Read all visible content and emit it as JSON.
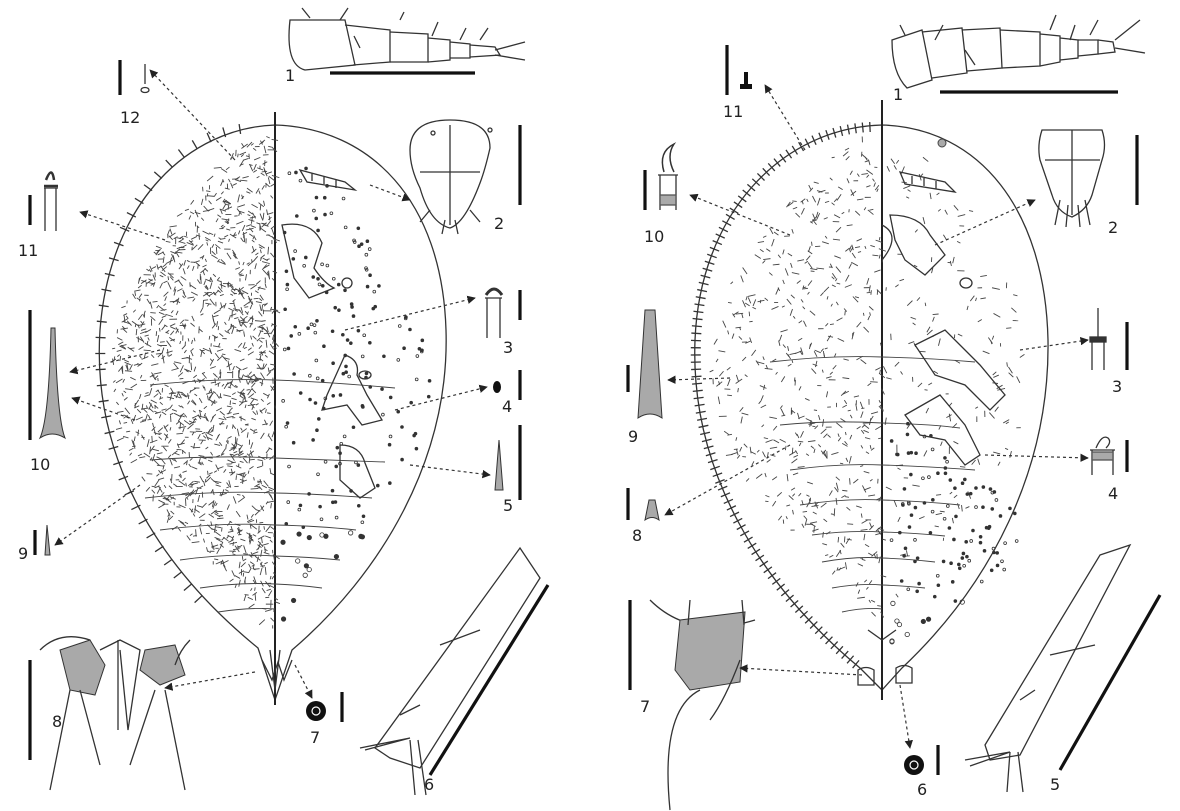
{
  "plates": [
    {
      "name": "left",
      "labels": [
        "1",
        "2",
        "3",
        "4",
        "5",
        "6",
        "7",
        "8",
        "9",
        "10",
        "11",
        "12"
      ]
    },
    {
      "name": "right",
      "labels": [
        "1",
        "2",
        "3",
        "4",
        "5",
        "6",
        "7",
        "8",
        "9",
        "10",
        "11"
      ]
    }
  ],
  "colors": {
    "line": "#333333",
    "fill": "#a9a9a9",
    "background": "#ffffff"
  }
}
